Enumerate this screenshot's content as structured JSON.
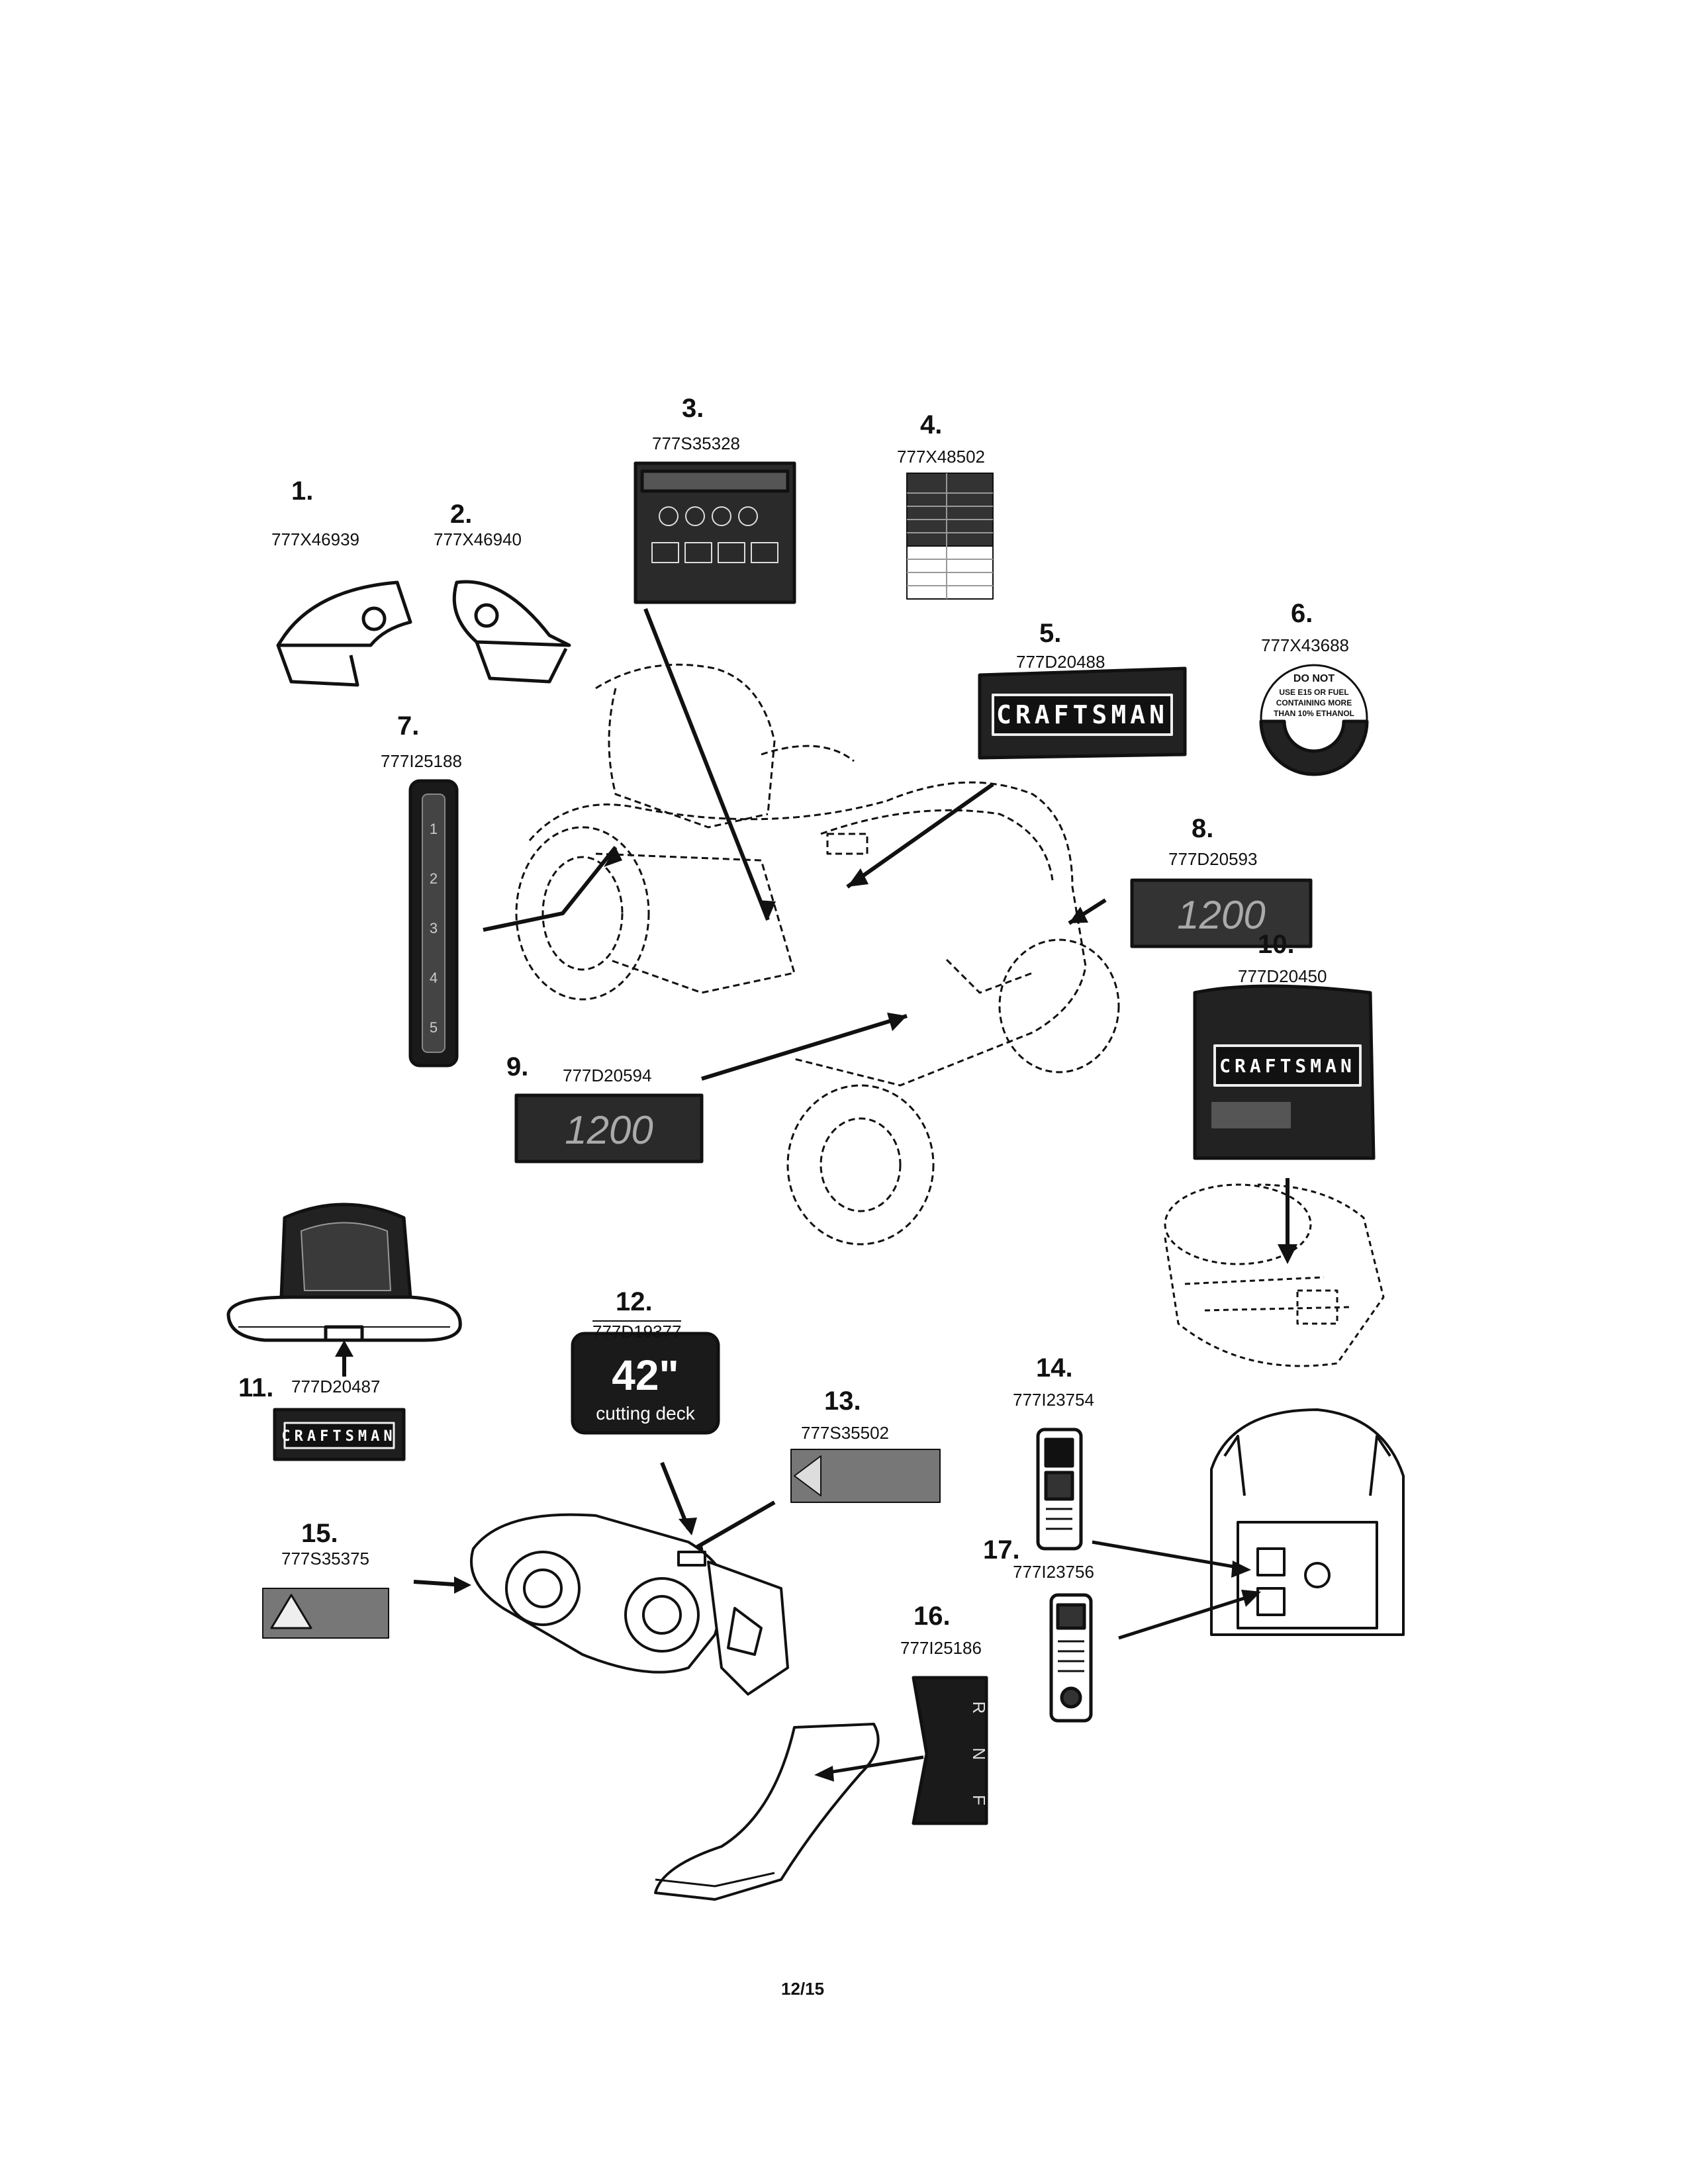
{
  "items": [
    {
      "number": "1.",
      "part": "777X46939"
    },
    {
      "number": "2.",
      "part": "777X46940"
    },
    {
      "number": "3.",
      "part": "777S35328"
    },
    {
      "number": "4.",
      "part": "777X48502"
    },
    {
      "number": "5.",
      "part": "777D20488"
    },
    {
      "number": "6.",
      "part": "777X43688"
    },
    {
      "number": "7.",
      "part": "777I25188"
    },
    {
      "number": "8.",
      "part": "777D20593"
    },
    {
      "number": "9.",
      "part": "777D20594"
    },
    {
      "number": "10.",
      "part": "777D20450"
    },
    {
      "number": "11.",
      "part": "777D20487"
    },
    {
      "number": "12.",
      "part": "777D19377"
    },
    {
      "number": "13.",
      "part": "777S35502"
    },
    {
      "number": "14.",
      "part": "777I23754"
    },
    {
      "number": "15.",
      "part": "777S35375"
    },
    {
      "number": "16.",
      "part": "777I25186"
    },
    {
      "number": "17.",
      "part": "777I23756"
    }
  ],
  "decals": {
    "brand": "CRAFTSMAN",
    "model": "1200",
    "deck_size": "42\"",
    "deck_text": "cutting deck",
    "fuel_warning": [
      "DO NOT",
      "USE E15 OR FUEL",
      "CONTAINING MORE",
      "THAN 10% ETHANOL"
    ],
    "gauge_marks": [
      "1",
      "2",
      "3",
      "4",
      "5"
    ],
    "gear_marks": [
      "R",
      "N",
      "F"
    ]
  },
  "footer": {
    "page": "12/15"
  }
}
